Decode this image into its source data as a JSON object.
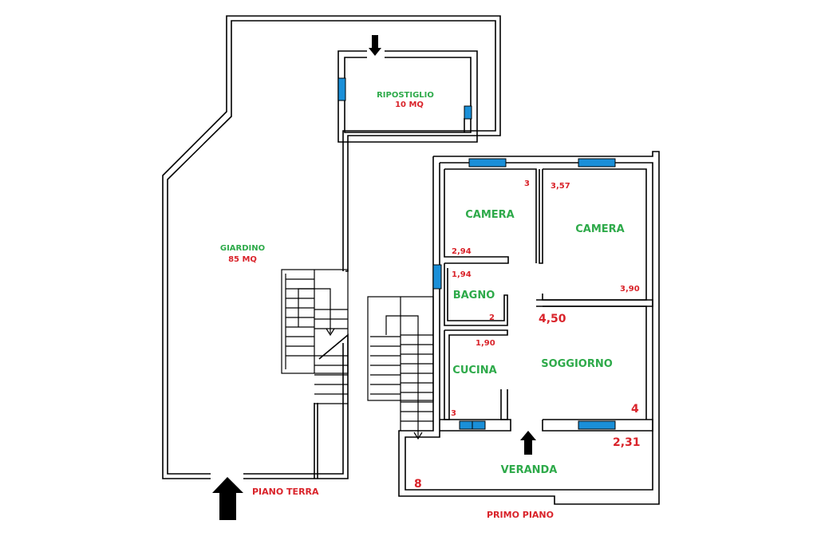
{
  "floor_labels": {
    "ground": "PIANO TERRA",
    "first": "PRIMO PIANO"
  },
  "rooms": {
    "ripostiglio": {
      "name": "RIPOSTIGLIO",
      "area": "10 MQ"
    },
    "giardino": {
      "name": "GIARDINO",
      "area": "85 MQ"
    },
    "camera_left": {
      "name": "CAMERA"
    },
    "camera_right": {
      "name": "CAMERA"
    },
    "bagno": {
      "name": "BAGNO"
    },
    "cucina": {
      "name": "CUCINA"
    },
    "soggiorno": {
      "name": "SOGGIORNO"
    },
    "veranda": {
      "name": "VERANDA"
    }
  },
  "dimensions": {
    "camera_left_width": "3",
    "camera_left_depth": "2,94",
    "camera_right_width": "3,57",
    "camera_right_depth": "3,90",
    "bagno_depth": "1,94",
    "bagno_width": "2",
    "cucina_depth": "1,90",
    "cucina_width": "3",
    "soggiorno_width": "4,50",
    "soggiorno_depth": "4",
    "veranda_depth": "2,31",
    "veranda_width": "8"
  },
  "colors": {
    "room_label": "#2eaa4a",
    "dimension": "#d9232a",
    "window": "#1a8fd8",
    "wall": "#000000"
  },
  "icons": [
    "entrance-arrow-icon"
  ]
}
